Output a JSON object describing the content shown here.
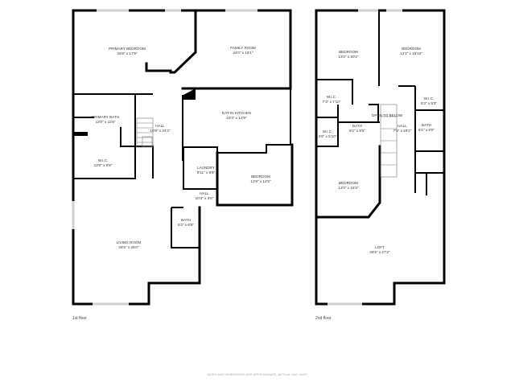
{
  "floors": [
    {
      "label": "1st floor",
      "rooms": [
        {
          "name": "PRIMARY BEDROOM",
          "dims": "25'8\" x 17'9\""
        },
        {
          "name": "FAMILY ROOM",
          "dims": "24'0\" x 16'1\""
        },
        {
          "name": "PRIMARY BATH",
          "dims": "13'0\" x 11'5\""
        },
        {
          "name": "HALL",
          "dims": "10'9\" x 24'3\""
        },
        {
          "name": "EAT-IN KITCHEN",
          "dims": "23'3\" x 12'9\""
        },
        {
          "name": "W.I.C.",
          "dims": "13'0\" x 8'9\""
        },
        {
          "name": "LAUNDRY",
          "dims": "9'11\" x 8'9\""
        },
        {
          "name": "BEDROOM",
          "dims": "12'9\" x 12'6\""
        },
        {
          "name": "HALL",
          "dims": "10'3\" x 3'6\""
        },
        {
          "name": "BATH",
          "dims": "5'3\" x 8'6\""
        },
        {
          "name": "LIVING ROOM",
          "dims": "26'5\" x 26'0\""
        }
      ]
    },
    {
      "label": "2nd floor",
      "rooms": [
        {
          "name": "BEDROOM",
          "dims": "13'0\" x 20'2\""
        },
        {
          "name": "BEDROOM",
          "dims": "13'1\" x 15'10\""
        },
        {
          "name": "W.I.C.",
          "dims": "7'3\" x 7'10\""
        },
        {
          "name": "OPEN TO BELOW",
          "dims": ""
        },
        {
          "name": "W.I.C.",
          "dims": "5'3\" x 5'3\""
        },
        {
          "name": "W.I.C.",
          "dims": "4'6\" x 5'10\""
        },
        {
          "name": "BATH",
          "dims": "8'2\" x 8'5\""
        },
        {
          "name": "HALL",
          "dims": "7'5\" x 19'2\""
        },
        {
          "name": "BATH",
          "dims": "5'1\" x 8'0\""
        },
        {
          "name": "BEDROOM",
          "dims": "13'0\" x 15'3\""
        },
        {
          "name": "LOFT",
          "dims": "26'5\" x 27'2\""
        }
      ]
    }
  ],
  "disclaimer": "SIZES AND DIMENSIONS ARE APPROXIMATE, ACTUAL MAY VARY."
}
